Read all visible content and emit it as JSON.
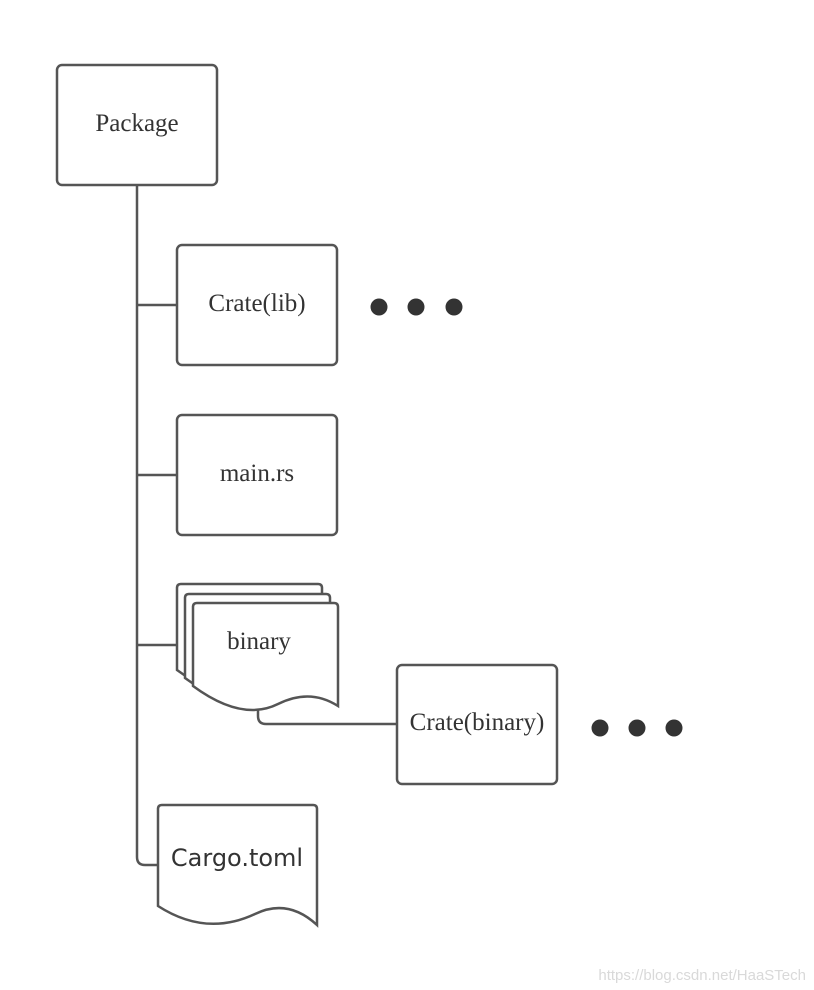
{
  "diagram": {
    "nodes": {
      "package": "Package",
      "crate_lib": "Crate(lib)",
      "main_rs": "main.rs",
      "binary": "binary",
      "crate_binary": "Crate(binary)",
      "cargo_toml": "Cargo.toml"
    },
    "colors": {
      "stroke": "#555555",
      "text": "#333333",
      "dots": "#333333"
    }
  },
  "watermark": "https://blog.csdn.net/HaaSTech"
}
